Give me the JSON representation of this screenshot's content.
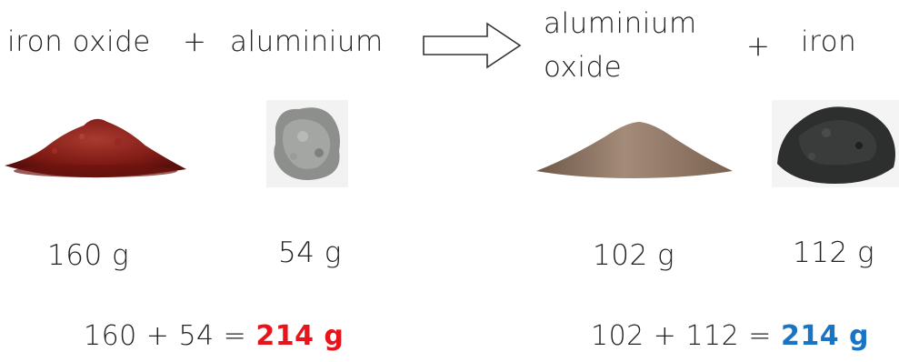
{
  "equation": {
    "reactant1": "iron oxide",
    "plus_left": "+",
    "reactant2": "aluminium",
    "product1_line1": "aluminium",
    "product1_line2": "oxide",
    "plus_right": "+",
    "product2": "iron"
  },
  "masses": {
    "iron_oxide": "160 g",
    "aluminium": "54 g",
    "aluminium_oxide": "102 g",
    "iron": "112 g"
  },
  "sums": {
    "left_expr": "160 + 54 = ",
    "left_total": "214 g",
    "left_total_color": "#e8141b",
    "right_expr": "102 + 112 = ",
    "right_total": "214 g",
    "right_total_color": "#1a74c4"
  }
}
